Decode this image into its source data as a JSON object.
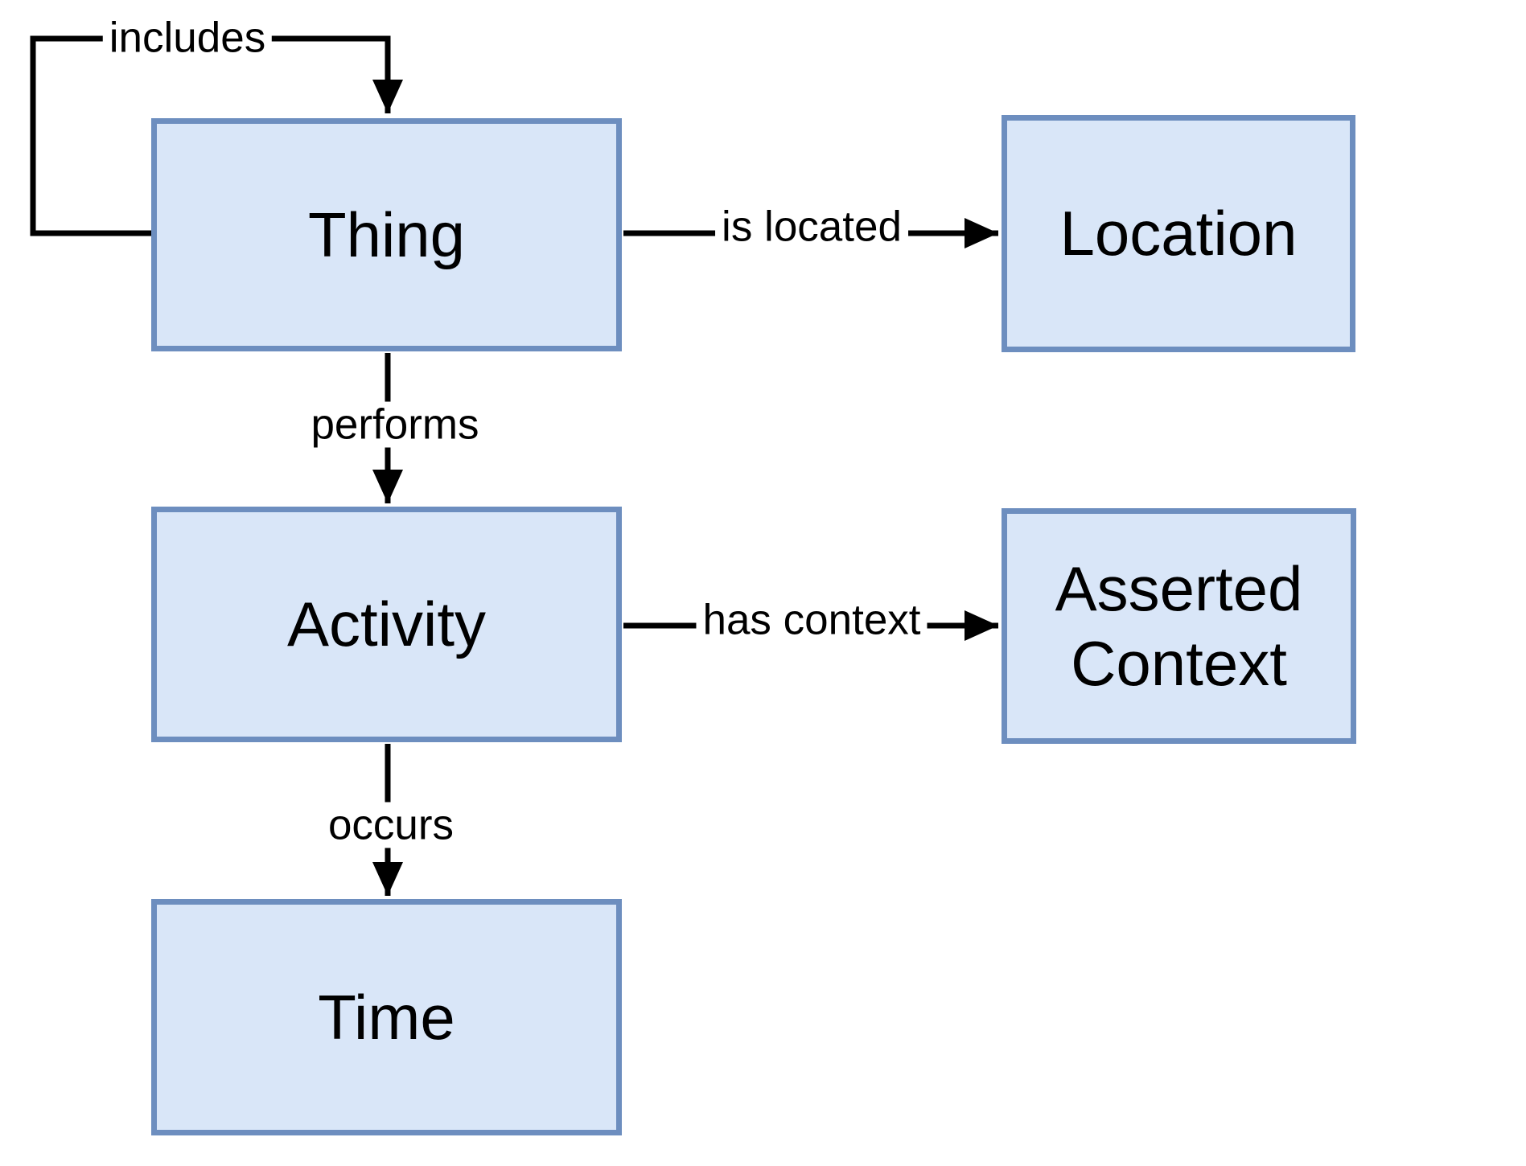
{
  "diagram": {
    "type": "concept-model",
    "nodes": [
      {
        "id": "thing",
        "label": "Thing"
      },
      {
        "id": "location",
        "label": "Location"
      },
      {
        "id": "activity",
        "label": "Activity"
      },
      {
        "id": "asserted_context",
        "label": "Asserted Context"
      },
      {
        "id": "time",
        "label": "Time"
      }
    ],
    "edges": [
      {
        "id": "includes",
        "label": "includes",
        "from": "thing",
        "to": "thing"
      },
      {
        "id": "is_located",
        "label": "is located",
        "from": "thing",
        "to": "location"
      },
      {
        "id": "performs",
        "label": "performs",
        "from": "thing",
        "to": "activity"
      },
      {
        "id": "has_context",
        "label": "has context",
        "from": "activity",
        "to": "asserted_context"
      },
      {
        "id": "occurs",
        "label": "occurs",
        "from": "activity",
        "to": "time"
      }
    ],
    "colors": {
      "node_fill": "#d9e6f8",
      "node_border": "#6d8ebf",
      "line": "#000000",
      "text": "#000000",
      "background": "#ffffff"
    }
  }
}
